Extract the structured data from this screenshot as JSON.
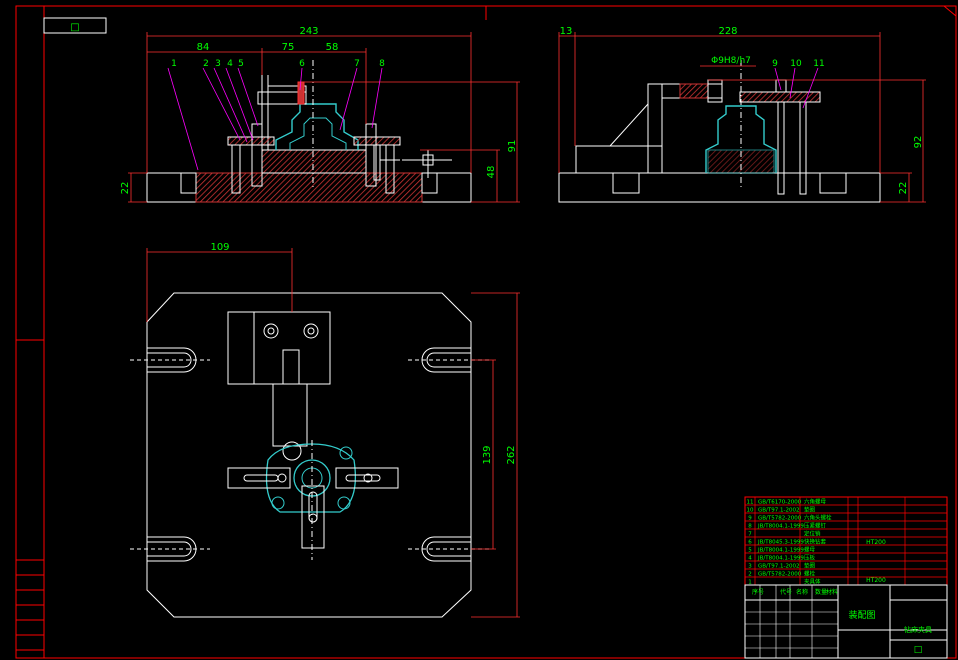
{
  "title_box": "□",
  "front_view": {
    "dims": {
      "overall_width": "243",
      "left_offset": "84",
      "center_gap": "75",
      "right_part": "58",
      "height_right": "91",
      "mid_height": "48",
      "base_height": "22"
    },
    "balloons": [
      "1",
      "2",
      "3",
      "4",
      "5",
      "6",
      "7",
      "8"
    ]
  },
  "side_view": {
    "dims": {
      "offset": "13",
      "overall_width": "228",
      "fit": "Φ9H8/h7",
      "height_right": "92",
      "base_height": "22"
    },
    "balloons": [
      "9",
      "10",
      "11"
    ]
  },
  "plan_view": {
    "dims": {
      "left_offset": "109",
      "slot_span": "139",
      "overall_height": "262"
    }
  },
  "bom": {
    "rows": [
      {
        "no": "11",
        "std": "GB/T6170-2000",
        "name": "六角螺母"
      },
      {
        "no": "10",
        "std": "GB/T97.1-2002",
        "name": "垫圈"
      },
      {
        "no": "9",
        "std": "GB/T5782-2000",
        "name": "六角头螺栓"
      },
      {
        "no": "8",
        "std": "JB/T8004.1-1999",
        "name": "压紧螺钉"
      },
      {
        "no": "7",
        "std": "",
        "name": "定位销"
      },
      {
        "no": "6",
        "std": "JB/T8045.3-1999",
        "name": "快换钻套"
      },
      {
        "no": "5",
        "std": "JB/T8004.1-1999",
        "name": "螺母"
      },
      {
        "no": "4",
        "std": "JB/T8004.1-1999",
        "name": "压板"
      },
      {
        "no": "3",
        "std": "GB/T97.1-2002",
        "name": "垫圈"
      },
      {
        "no": "2",
        "std": "GB/T5782-2000",
        "name": "螺栓"
      },
      {
        "no": "1",
        "std": "",
        "name": "夹具体"
      }
    ],
    "material": "HT200",
    "material2": "HT200",
    "header_labels": [
      "序号",
      "代号",
      "名称",
      "数量",
      "材料"
    ]
  },
  "title_block": {
    "assembly_label": "装配图",
    "drawing_title": "钻床夹具",
    "small_box": "□"
  },
  "colors": {
    "outline": "#ffffff",
    "dimension": "#ff3030",
    "leader": "#ff00ff",
    "text": "#00ff00",
    "part": "#33cccc",
    "section": "#cc3333",
    "border": "#ff0000",
    "balloon": "#ff00ff"
  }
}
